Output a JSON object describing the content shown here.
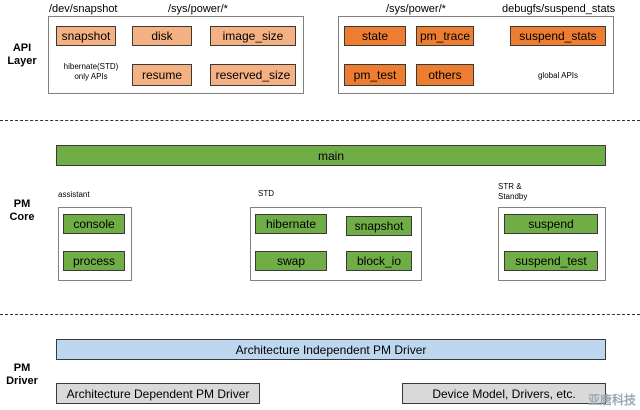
{
  "layers": {
    "api": "API\nLayer",
    "core": "PM\nCore",
    "driver": "PM\nDriver"
  },
  "api_layer": {
    "dev_snapshot_header": "/dev/snapshot",
    "sys_power_header_left": "/sys/power/*",
    "sys_power_header_right": "/sys/power/*",
    "debugfs_header": "debugfs/suspend_stats",
    "hibernate_note": "hibernate(STD)\nonly APIs",
    "global_note": "global APIs",
    "snapshot": "snapshot",
    "disk": "disk",
    "image_size": "image_size",
    "resume": "resume",
    "reserved_size": "reserved_size",
    "state": "state",
    "pm_trace": "pm_trace",
    "suspend_stats": "suspend_stats",
    "pm_test": "pm_test",
    "others": "others"
  },
  "pm_core": {
    "main": "main",
    "assistant_header": "assistant",
    "std_header": "STD",
    "str_header": "STR &\nStandby",
    "console": "console",
    "process": "process",
    "hibernate": "hibernate",
    "snapshot": "snapshot",
    "swap": "swap",
    "block_io": "block_io",
    "suspend": "suspend",
    "suspend_test": "suspend_test"
  },
  "pm_driver": {
    "arch_independent": "Architecture Independent PM Driver",
    "arch_dependent": "Architecture Dependent PM Driver",
    "device_model": "Device Model, Drivers, etc."
  },
  "watermark": "亚唐科技",
  "colors": {
    "api_hibernate_box": "#F4B183",
    "api_global_box": "#ED7D31",
    "core_box": "#70AD47",
    "arch_independent": "#BDD7EE",
    "arch_dependent": "#D9D9D9"
  }
}
